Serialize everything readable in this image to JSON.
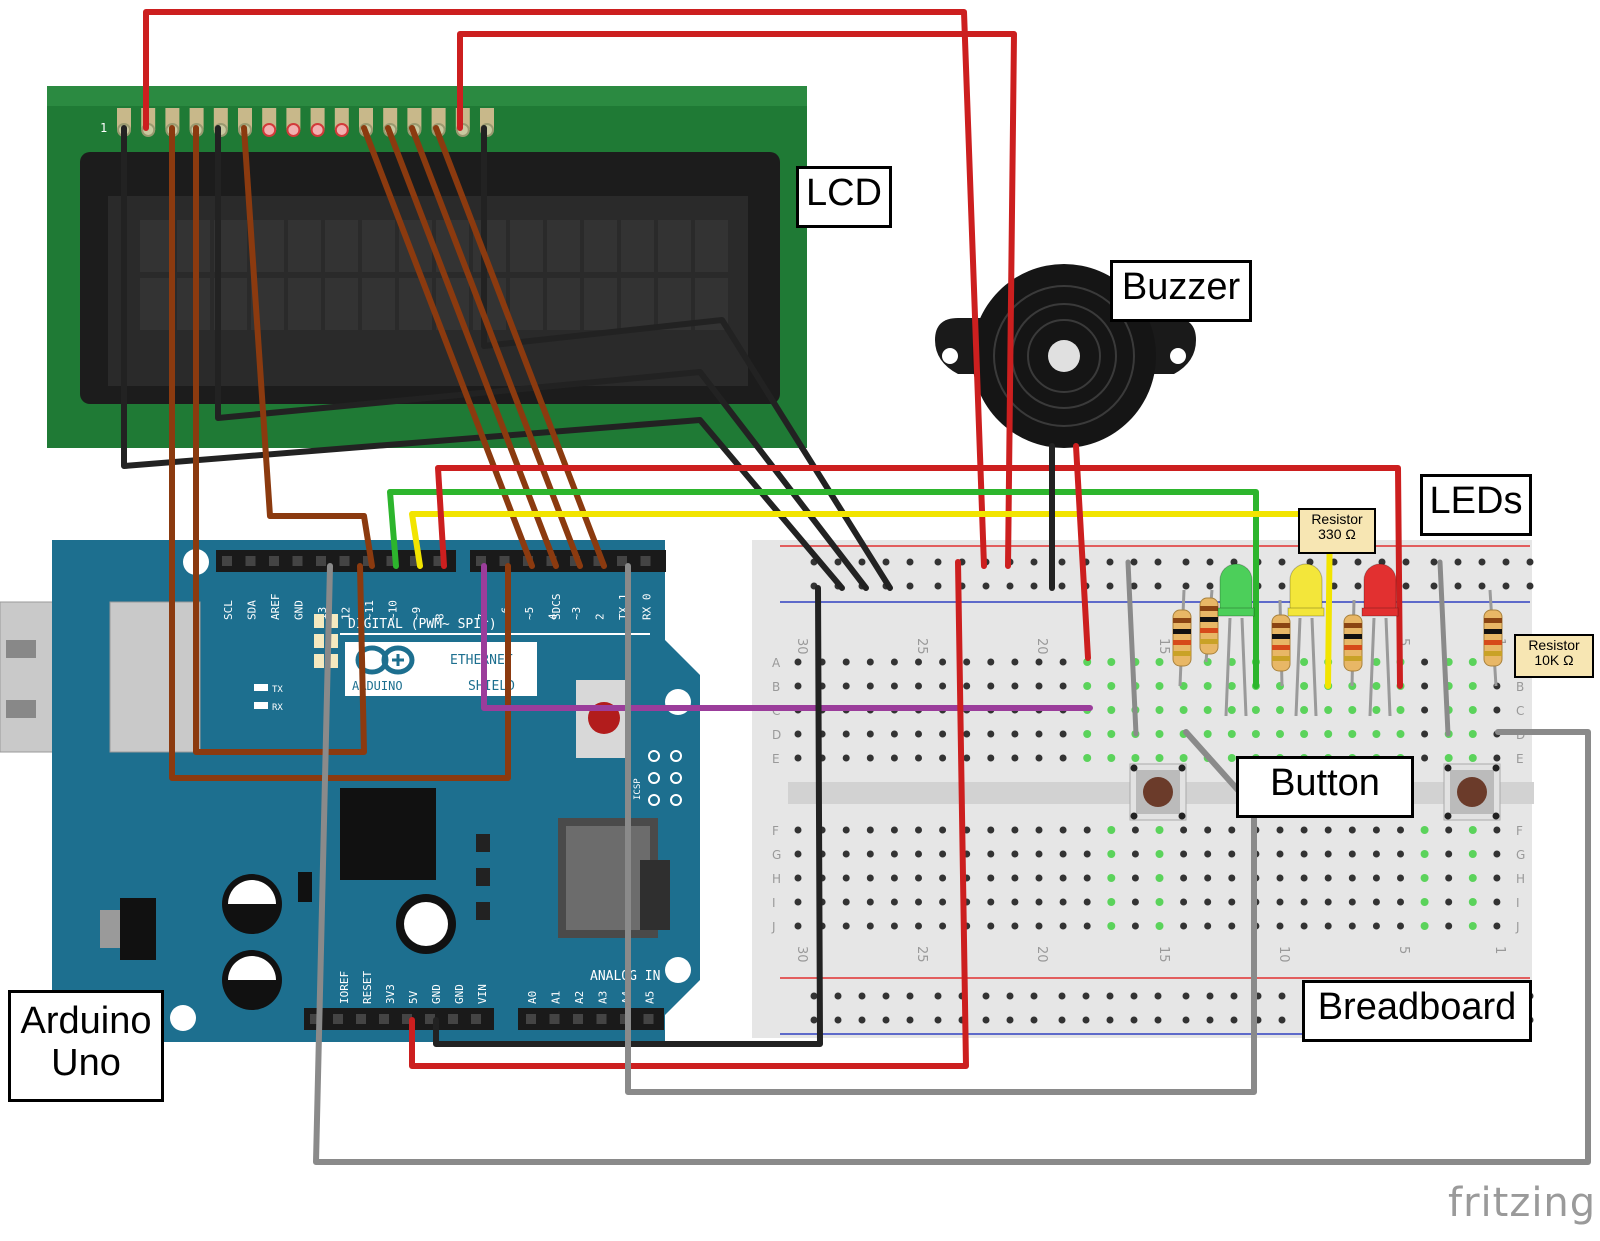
{
  "labels": {
    "lcd": "LCD",
    "buzzer": "Buzzer",
    "leds": "LEDs",
    "button": "Button",
    "breadboard": "Breadboard",
    "arduino": "Arduino Uno",
    "resistor_330": "Resistor 330 Ω",
    "resistor_10k": "Resistor 10K Ω"
  },
  "brand": "fritzing",
  "lcd": {
    "pin_one": "1"
  },
  "arduino_board": {
    "top_header": [
      "SCL",
      "SDA",
      "AREF",
      "GND",
      "13",
      "12",
      "~11",
      "~10",
      "~9",
      "8",
      "7",
      "~6",
      "~5",
      "4",
      "~3",
      "2",
      "TX 1",
      "RX 0"
    ],
    "digital_label": "DIGITAL (PWM~ SPI^)",
    "shield_text": [
      "ARDUINO",
      "ETHERNET",
      "SHIELD"
    ],
    "indicator_labels": [
      "TX",
      "RX"
    ],
    "power_header": [
      "IOREF",
      "RESET",
      "3V3",
      "5V",
      "GND",
      "GND",
      "VIN"
    ],
    "analog_header": [
      "A0",
      "A1",
      "A2",
      "A3",
      "A4",
      "A5"
    ],
    "analog_label": "ANALOG IN",
    "sdcs": "SDCS",
    "icsp": "ICSP"
  },
  "breadboard": {
    "column_numbers": [
      "30",
      "25",
      "20",
      "15",
      "10",
      "5",
      "1"
    ],
    "row_letters_top": [
      "A",
      "B",
      "C",
      "D",
      "E"
    ],
    "row_letters_bottom": [
      "F",
      "G",
      "H",
      "I",
      "J"
    ]
  },
  "wire_colors": {
    "red": "#cc1f1f",
    "black": "#222222",
    "brown": "#8b3a0f",
    "green": "#2db52d",
    "yellow": "#f2e400",
    "gray": "#8a8a8a",
    "purple": "#9b3d9b"
  },
  "component_colors": {
    "lcd_pcb": "#1f7a35",
    "arduino_pcb": "#1d6f8f",
    "breadboard": "#e6e6e6",
    "led_green": "#4ccf5a",
    "led_yellow": "#f3e63a",
    "led_red": "#e23030"
  }
}
